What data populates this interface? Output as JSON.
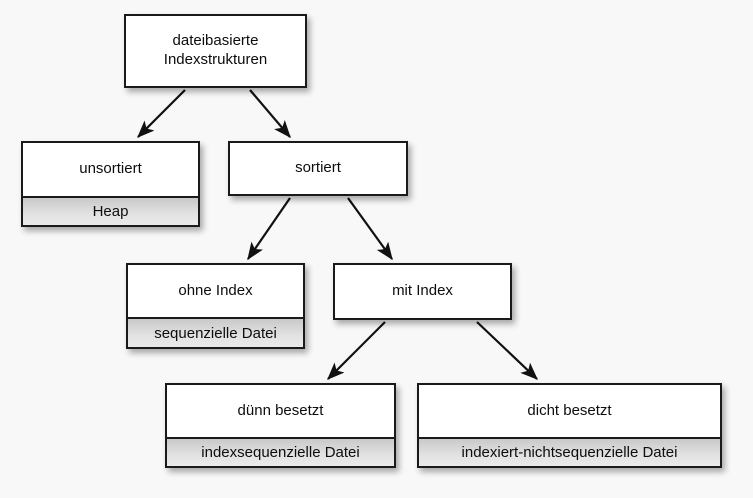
{
  "diagram": {
    "title_text": "dateibasierte Indexstrukturen",
    "background_color": "#f8f8f8",
    "node_border_color": "#1a1a1a",
    "node_fill_color": "#ffffff",
    "subcell_fill_color": "#d8d8d8",
    "nodes": {
      "root": {
        "title": "dateibasierte\nIndexstrukturen",
        "line1": "dateibasierte",
        "line2": "Indexstrukturen"
      },
      "unsortiert": {
        "title": "unsortiert",
        "sub": "Heap"
      },
      "sortiert": {
        "title": "sortiert"
      },
      "ohne_index": {
        "title": "ohne Index",
        "sub": "sequenzielle Datei"
      },
      "mit_index": {
        "title": "mit Index"
      },
      "duenn_besetzt": {
        "title": "dünn besetzt",
        "sub": "indexsequenzielle Datei"
      },
      "dicht_besetzt": {
        "title": "dicht besetzt",
        "sub": "indexiert-nichtsequenzielle Datei"
      }
    },
    "edges": [
      {
        "from": "root",
        "to": "unsortiert"
      },
      {
        "from": "root",
        "to": "sortiert"
      },
      {
        "from": "sortiert",
        "to": "ohne_index"
      },
      {
        "from": "sortiert",
        "to": "mit_index"
      },
      {
        "from": "mit_index",
        "to": "duenn_besetzt"
      },
      {
        "from": "mit_index",
        "to": "dicht_besetzt"
      }
    ]
  }
}
